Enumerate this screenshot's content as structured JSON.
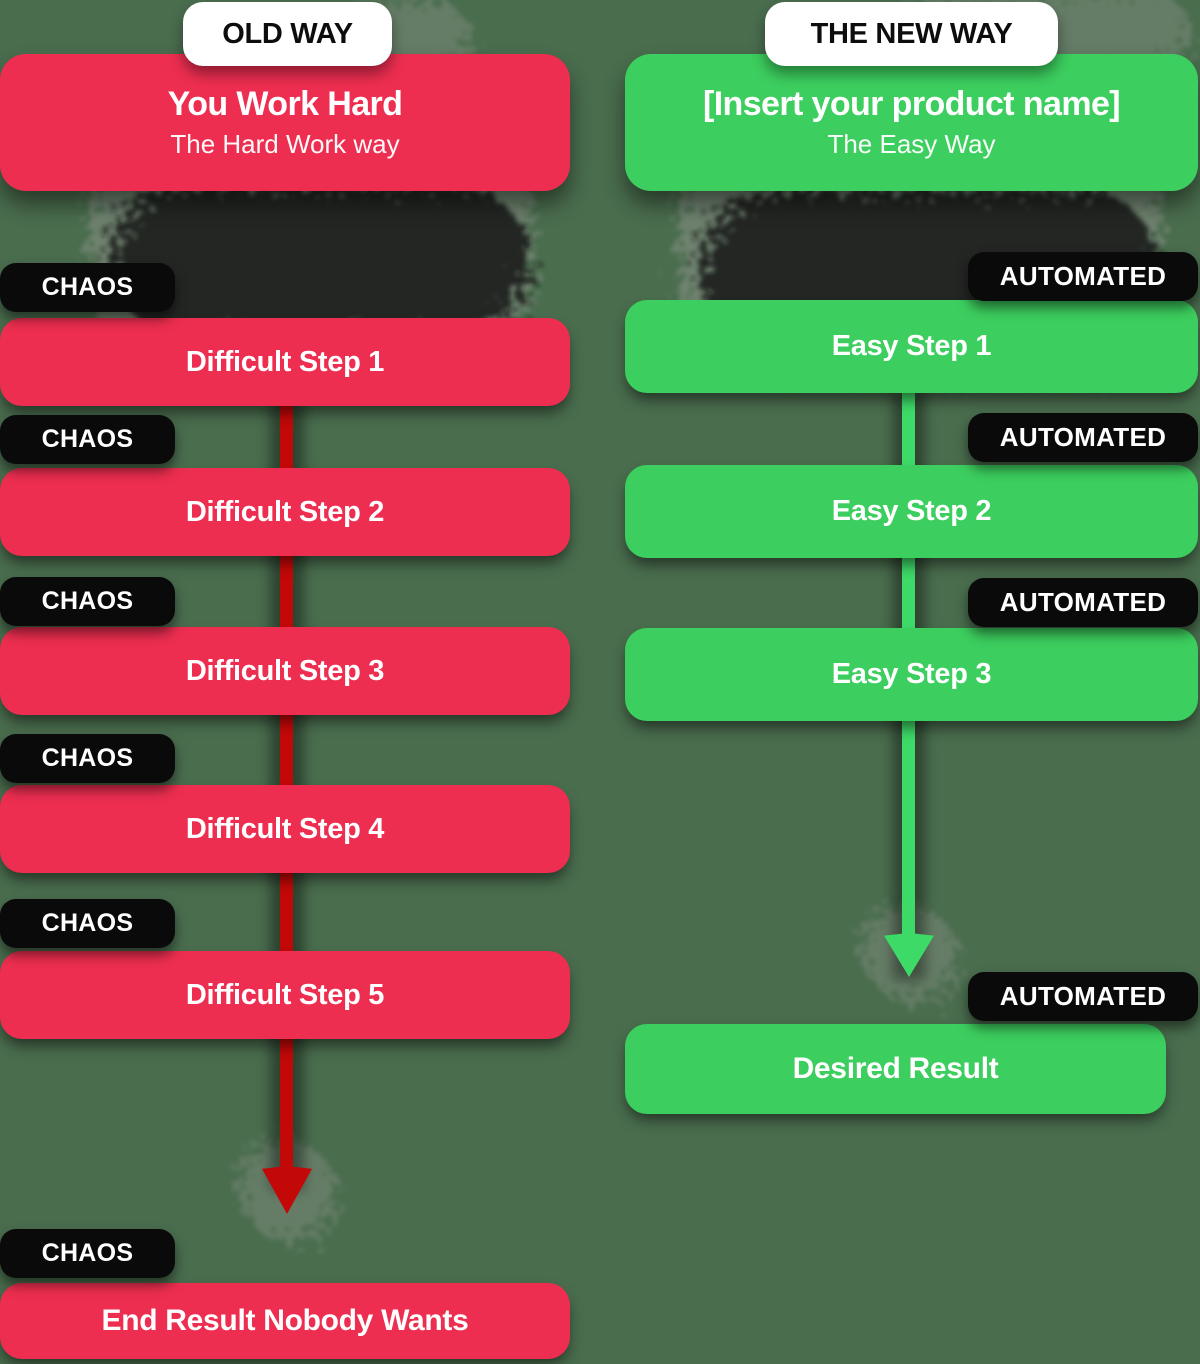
{
  "old_way": {
    "tag": "OLD WAY",
    "hero": {
      "title": "You Work Hard",
      "subtitle": "The Hard Work way"
    },
    "chaos_label": "CHAOS",
    "steps": [
      "Difficult Step 1",
      "Difficult Step 2",
      "Difficult Step 3",
      "Difficult Step 4",
      "Difficult Step 5"
    ],
    "result": "End Result Nobody Wants"
  },
  "new_way": {
    "tag": "THE NEW WAY",
    "hero": {
      "title": "[Insert your product name]",
      "subtitle": "The Easy Way"
    },
    "automated_label": "AUTOMATED",
    "steps": [
      "Easy Step 1",
      "Easy Step 2",
      "Easy Step 3"
    ],
    "result": "Desired Result"
  },
  "colors": {
    "background": "#4A6D4E",
    "old_accent": "#ED2E50",
    "new_accent": "#3CCE5E",
    "old_arrow": "#C30808",
    "new_arrow": "#3EDA68",
    "badge_bg": "#0A0A0A",
    "tag_bg": "#FFFFFF"
  }
}
